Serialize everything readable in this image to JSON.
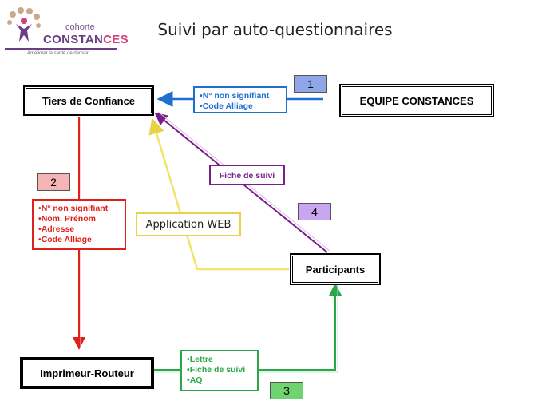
{
  "title": "Suivi par auto-questionnaires",
  "logo": {
    "name": "cohorte",
    "brand_main": "CONSTAN",
    "brand_accent": "CES",
    "tagline": "Améliorer la santé de demain"
  },
  "nodes": {
    "tiers": "Tiers de Confiance",
    "equipe": "EQUIPE CONSTANCES",
    "participants": "Participants",
    "imprimeur": "Imprimeur-Routeur"
  },
  "flows": {
    "blue": {
      "items": [
        "N° non signifiant",
        "Code Alliage"
      ],
      "color": "#1f6fd1"
    },
    "red": {
      "items": [
        "N° non signifiant",
        "Nom, Prénom",
        "Adresse",
        "Code Alliage"
      ],
      "color": "#e0201b"
    },
    "green": {
      "items": [
        "Lettre",
        "Fiche de suivi",
        "AQ"
      ],
      "color": "#2aa848"
    },
    "purple": {
      "label": "Fiche de suivi",
      "color": "#7a1e8c"
    },
    "yellow": {
      "label": "Application WEB",
      "color": "#f2e36b"
    }
  },
  "steps": [
    {
      "label": "1",
      "color": "#8fa7e8"
    },
    {
      "label": "2",
      "color": "#f7b4b4"
    },
    {
      "label": "3",
      "color": "#6fd36f"
    },
    {
      "label": "4",
      "color": "#c8a6f0"
    }
  ]
}
